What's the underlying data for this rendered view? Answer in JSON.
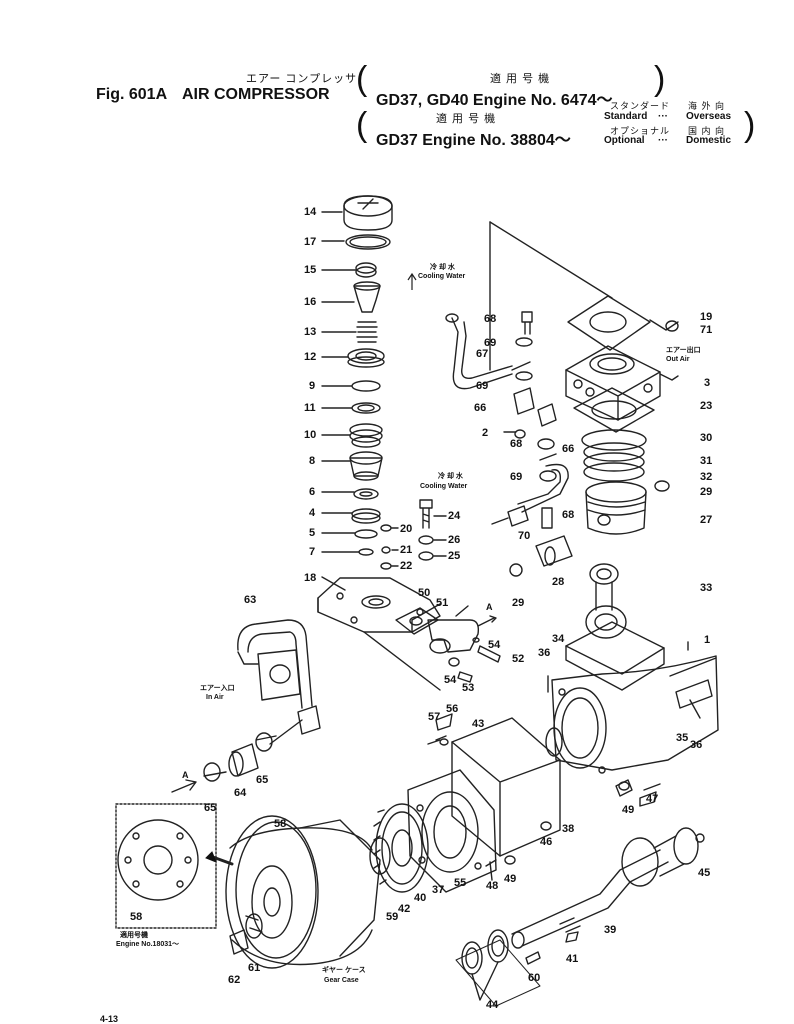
{
  "header": {
    "fig_number": "Fig. 601A",
    "title_jp": "エアー コンプレッサ",
    "title_en": "AIR COMPRESSOR",
    "applicable_jp": "適 用 号 機",
    "applicable_1": "GD37, GD40 Engine No. 6474～",
    "applicable_2": "GD37 Engine No. 38804～",
    "standard_jp": "スタンダード",
    "standard": "Standard",
    "overseas_jp": "海 外 向",
    "overseas": "Overseas",
    "optional_jp": "オプショナル",
    "optional": "Optional",
    "domestic_jp": "国 内 向",
    "domestic": "Domestic"
  },
  "annotations": {
    "cooling_water_top_jp": "冷 却 水",
    "cooling_water_top": "Cooling Water",
    "cooling_water_mid_jp": "冷 却 水",
    "cooling_water_mid": "Cooling Water",
    "out_air_jp": "エアー出口",
    "out_air": "Out Air",
    "in_air_jp": "エアー入口",
    "in_air": "In Air",
    "engine_no_jp": "適用号機",
    "engine_no": "Engine No.18031～",
    "gear_case_jp": "ギヤー ケース",
    "gear_case": "Gear Case",
    "arrow_a1": "A",
    "arrow_a2": "A",
    "page_number": "4-13"
  },
  "callouts": [
    {
      "id": "14",
      "text": "14"
    },
    {
      "id": "17",
      "text": "17"
    },
    {
      "id": "15",
      "text": "15"
    },
    {
      "id": "16",
      "text": "16"
    },
    {
      "id": "13",
      "text": "13"
    },
    {
      "id": "12",
      "text": "12"
    },
    {
      "id": "9",
      "text": "9"
    },
    {
      "id": "11",
      "text": "11"
    },
    {
      "id": "10",
      "text": "10"
    },
    {
      "id": "8",
      "text": "8"
    },
    {
      "id": "6",
      "text": "6"
    },
    {
      "id": "4",
      "text": "4"
    },
    {
      "id": "5",
      "text": "5"
    },
    {
      "id": "7",
      "text": "7"
    },
    {
      "id": "18",
      "text": "18"
    },
    {
      "id": "20",
      "text": "20"
    },
    {
      "id": "21",
      "text": "21"
    },
    {
      "id": "22",
      "text": "22"
    },
    {
      "id": "24",
      "text": "24"
    },
    {
      "id": "26",
      "text": "26"
    },
    {
      "id": "25",
      "text": "25"
    },
    {
      "id": "50",
      "text": "50"
    },
    {
      "id": "51",
      "text": "51"
    },
    {
      "id": "54a",
      "text": "54"
    },
    {
      "id": "52",
      "text": "52"
    },
    {
      "id": "54b",
      "text": "54"
    },
    {
      "id": "53",
      "text": "53"
    },
    {
      "id": "63",
      "text": "63"
    },
    {
      "id": "65a",
      "text": "65"
    },
    {
      "id": "64",
      "text": "64"
    },
    {
      "id": "65b",
      "text": "65"
    },
    {
      "id": "68a",
      "text": "68"
    },
    {
      "id": "69a",
      "text": "69"
    },
    {
      "id": "67",
      "text": "67"
    },
    {
      "id": "69b",
      "text": "69"
    },
    {
      "id": "66a",
      "text": "66"
    },
    {
      "id": "2",
      "text": "2"
    },
    {
      "id": "68b",
      "text": "68"
    },
    {
      "id": "66b",
      "text": "66"
    },
    {
      "id": "69c",
      "text": "69"
    },
    {
      "id": "70",
      "text": "70"
    },
    {
      "id": "68c",
      "text": "68"
    },
    {
      "id": "19",
      "text": "19"
    },
    {
      "id": "71",
      "text": "71"
    },
    {
      "id": "3",
      "text": "3"
    },
    {
      "id": "23",
      "text": "23"
    },
    {
      "id": "30",
      "text": "30"
    },
    {
      "id": "31",
      "text": "31"
    },
    {
      "id": "32",
      "text": "32"
    },
    {
      "id": "29a",
      "text": "29"
    },
    {
      "id": "27",
      "text": "27"
    },
    {
      "id": "29b",
      "text": "29"
    },
    {
      "id": "28",
      "text": "28"
    },
    {
      "id": "33",
      "text": "33"
    },
    {
      "id": "34",
      "text": "34"
    },
    {
      "id": "36a",
      "text": "36"
    },
    {
      "id": "1",
      "text": "1"
    },
    {
      "id": "35",
      "text": "35"
    },
    {
      "id": "36b",
      "text": "36"
    },
    {
      "id": "57",
      "text": "57"
    },
    {
      "id": "56",
      "text": "56"
    },
    {
      "id": "43",
      "text": "43"
    },
    {
      "id": "38",
      "text": "38"
    },
    {
      "id": "49a",
      "text": "49"
    },
    {
      "id": "47",
      "text": "47"
    },
    {
      "id": "46",
      "text": "46"
    },
    {
      "id": "58a",
      "text": "58"
    },
    {
      "id": "58b",
      "text": "58"
    },
    {
      "id": "59",
      "text": "59"
    },
    {
      "id": "42",
      "text": "42"
    },
    {
      "id": "40",
      "text": "40"
    },
    {
      "id": "37",
      "text": "37"
    },
    {
      "id": "55",
      "text": "55"
    },
    {
      "id": "48",
      "text": "48"
    },
    {
      "id": "49b",
      "text": "49"
    },
    {
      "id": "45",
      "text": "45"
    },
    {
      "id": "39",
      "text": "39"
    },
    {
      "id": "41",
      "text": "41"
    },
    {
      "id": "60",
      "text": "60"
    },
    {
      "id": "44",
      "text": "44"
    },
    {
      "id": "61",
      "text": "61"
    },
    {
      "id": "62",
      "text": "62"
    }
  ]
}
